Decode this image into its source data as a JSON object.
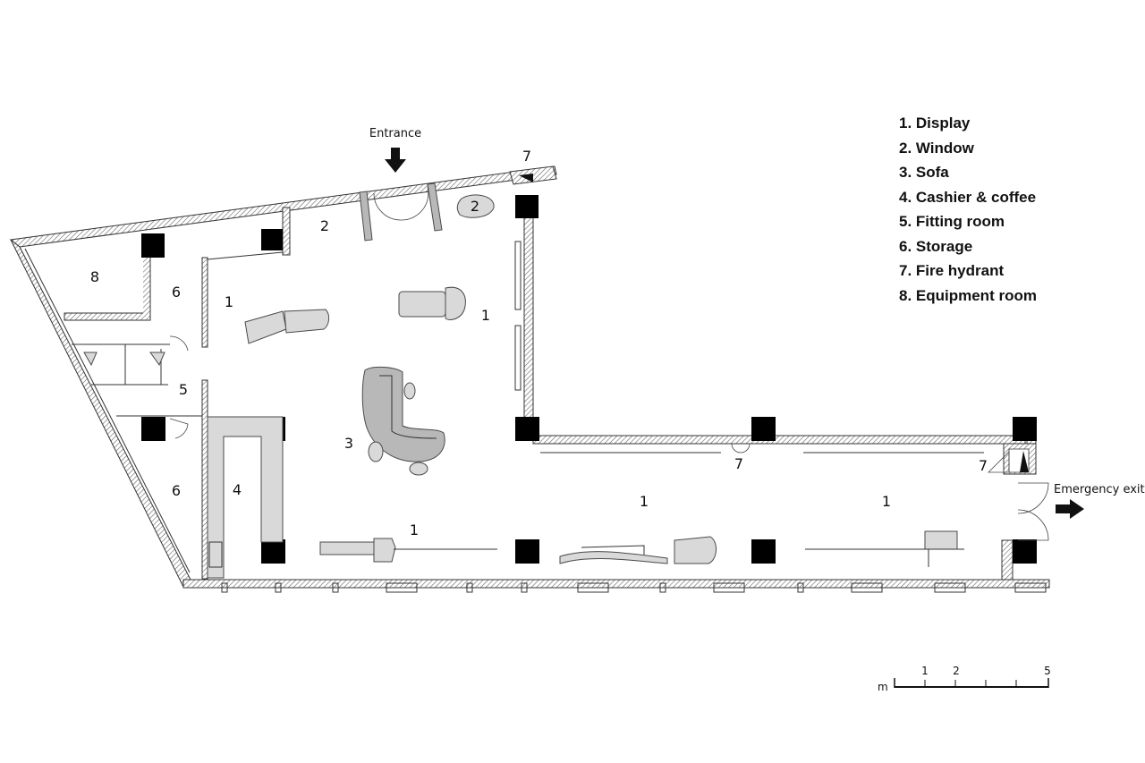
{
  "legend": [
    "1. Display",
    "2. Window",
    "3. Sofa",
    "4. Cashier & coffee",
    "5. Fitting room",
    "6. Storage",
    "7. Fire hydrant",
    "8. Equipment room"
  ],
  "annotations": {
    "entrance": "Entrance",
    "emergency_exit": "Emergency exit"
  },
  "room_numbers": {
    "display_a": "1",
    "display_b": "1",
    "display_c": "1",
    "display_d": "1",
    "display_e": "1",
    "window_a": "2",
    "window_b": "2",
    "sofa": "3",
    "cashier": "4",
    "fitting": "5",
    "storage_a": "6",
    "storage_b": "6",
    "hydrant_a": "7",
    "hydrant_b": "7",
    "hydrant_c": "7",
    "equipment": "8"
  },
  "scale": {
    "unit": "m",
    "ticks": [
      "1",
      "2",
      "5"
    ]
  }
}
